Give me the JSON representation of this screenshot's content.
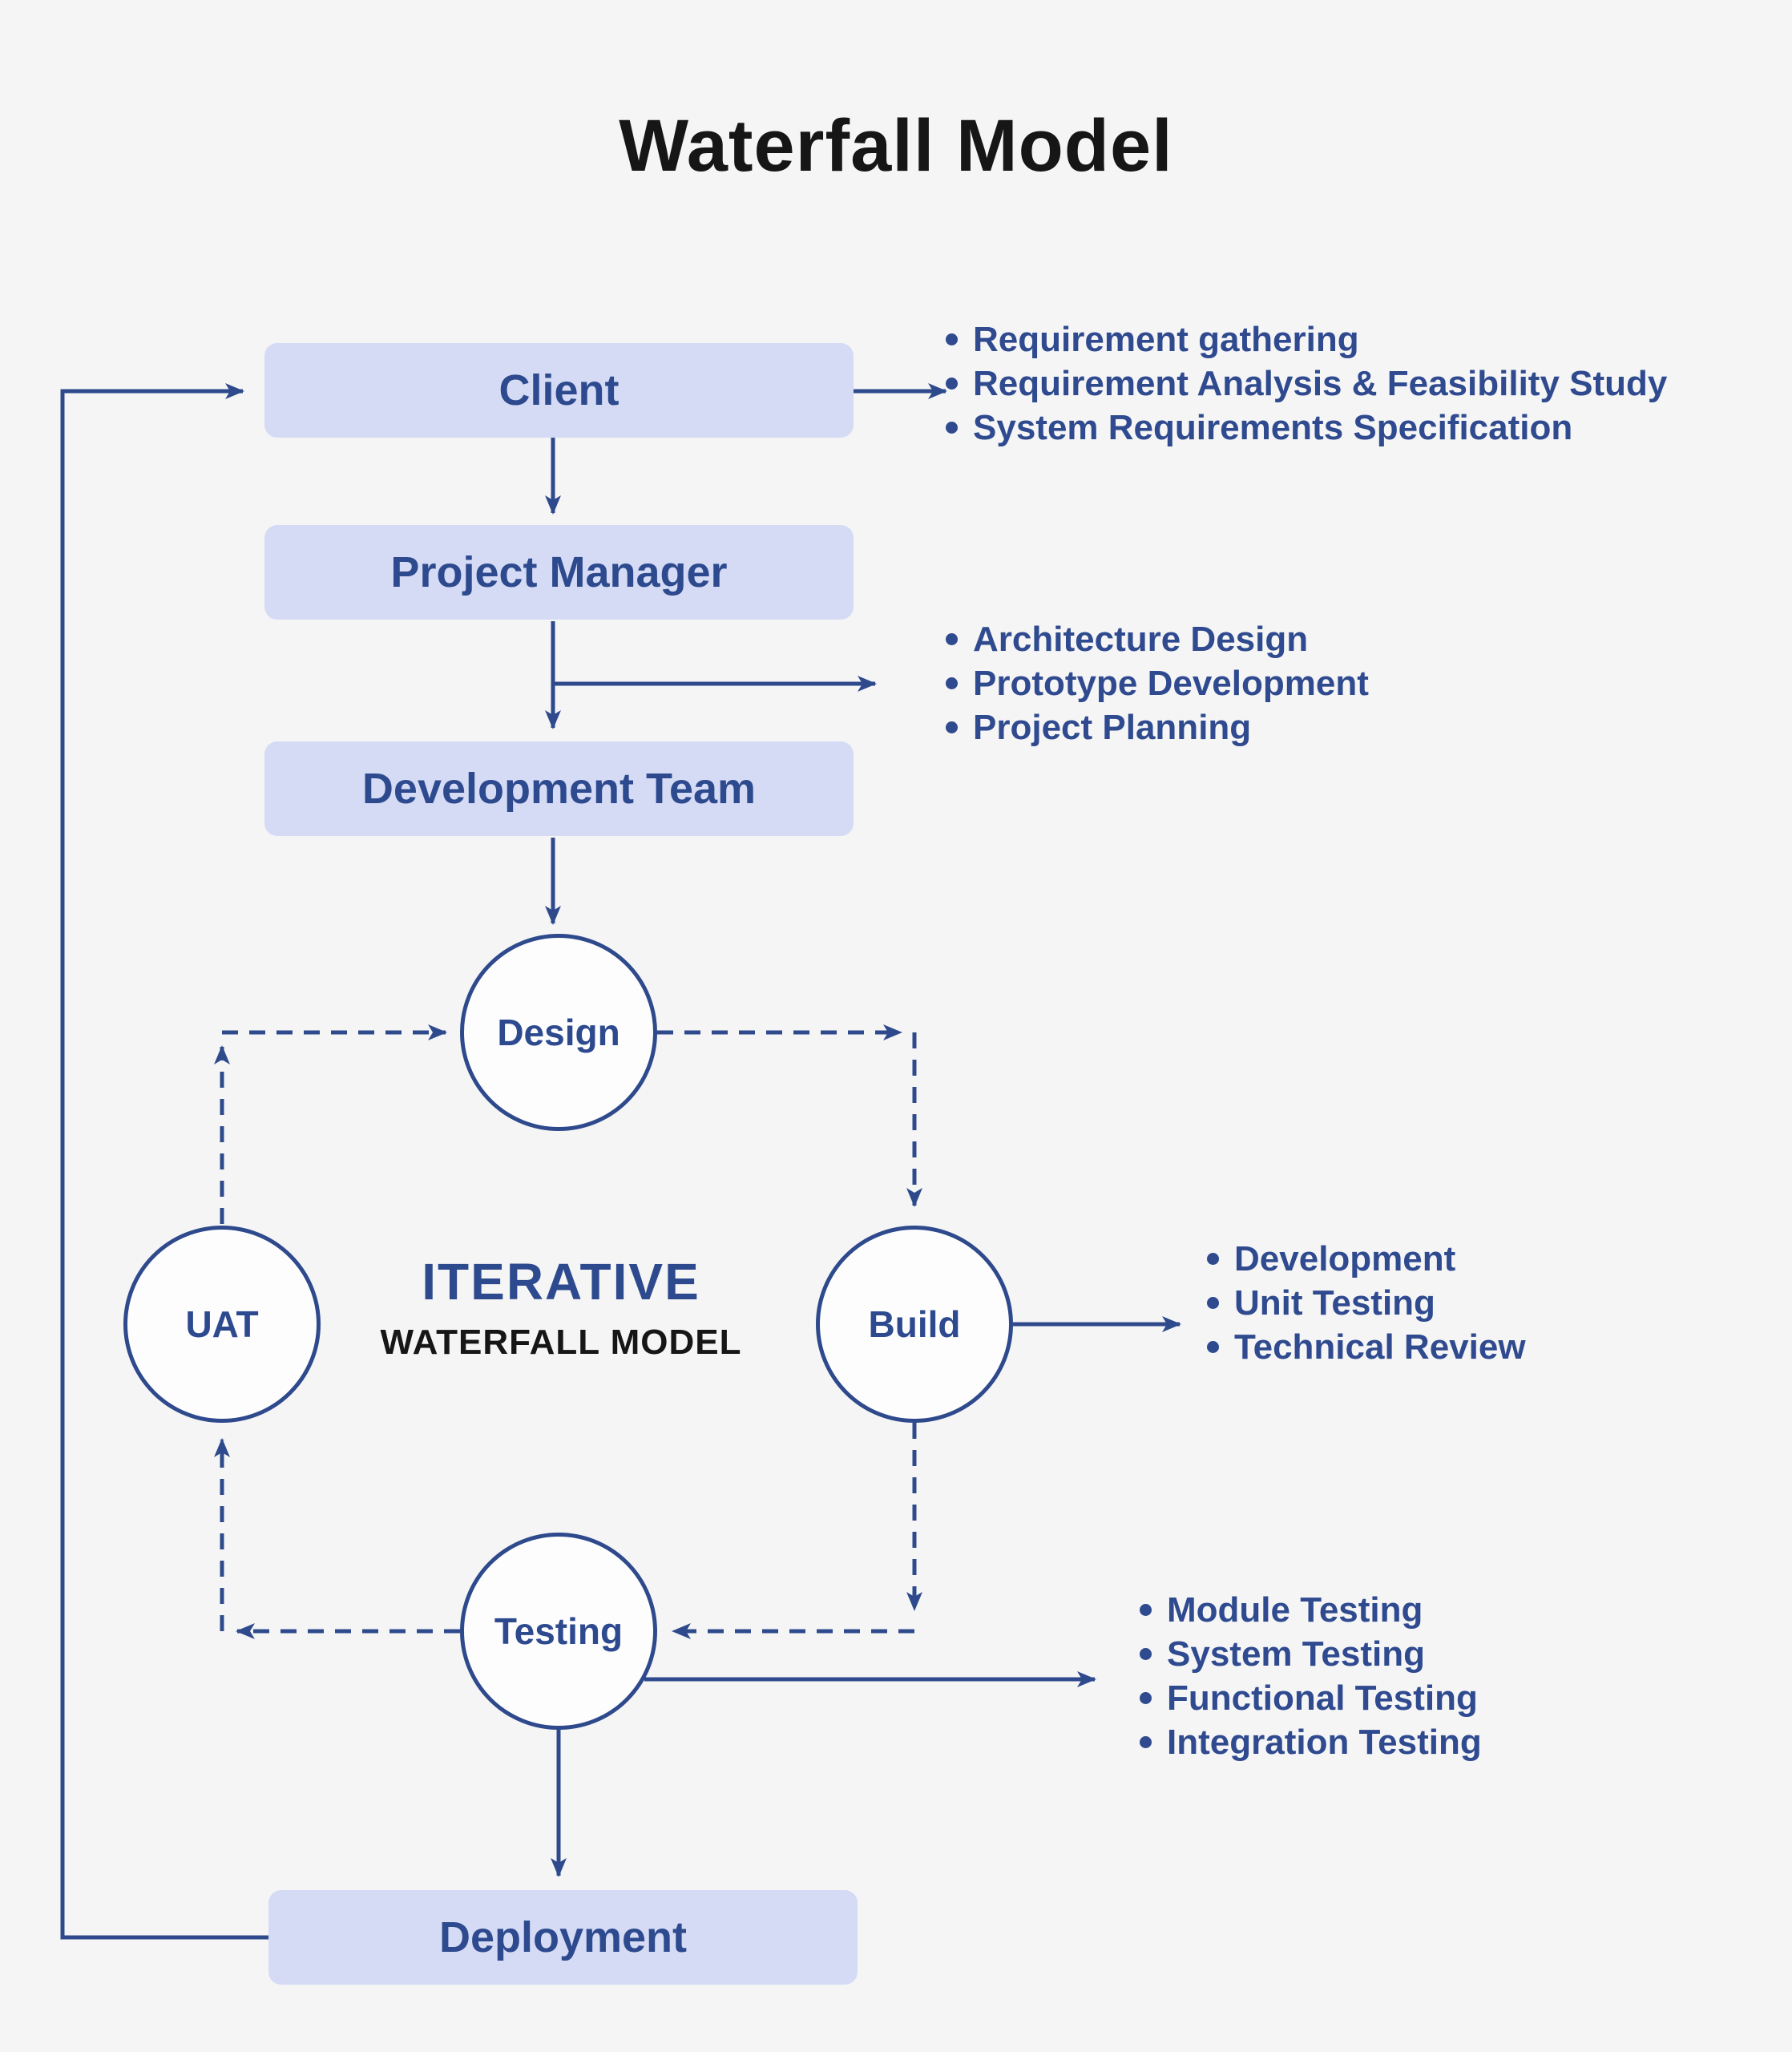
{
  "title": "Waterfall Model",
  "colors": {
    "background": "#f5f5f6",
    "node_fill": "#d5dbf5",
    "accent_navy": "#2e4a8c",
    "label_navy": "#2f4a8f",
    "title_text": "#161616"
  },
  "nodes": {
    "client": {
      "label": "Client"
    },
    "project_manager": {
      "label": "Project Manager"
    },
    "development_team": {
      "label": "Development Team"
    },
    "deployment": {
      "label": "Deployment"
    },
    "design": {
      "label": "Design"
    },
    "build": {
      "label": "Build"
    },
    "testing": {
      "label": "Testing"
    },
    "uat": {
      "label": "UAT"
    }
  },
  "center_label": {
    "primary": "ITERATIVE",
    "secondary": "WATERFALL MODEL"
  },
  "tasks": {
    "client": [
      "Requirement gathering",
      "Requirement Analysis & Feasibility Study",
      "System Requirements Specification"
    ],
    "project_manager": [
      "Architecture Design",
      "Prototype Development",
      "Project Planning"
    ],
    "build": [
      "Development",
      "Unit Testing",
      "Technical Review"
    ],
    "testing": [
      "Module Testing",
      "System Testing",
      "Functional Testing",
      "Integration Testing"
    ]
  }
}
